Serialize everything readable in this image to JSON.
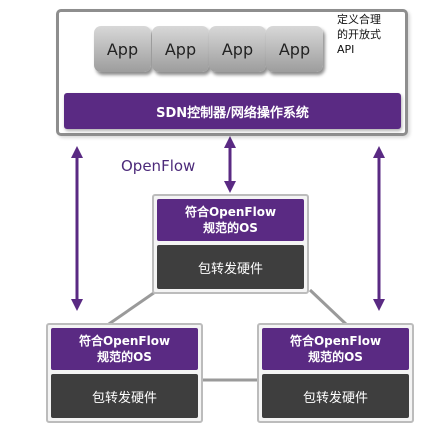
{
  "apps": [
    "App",
    "App",
    "App",
    "App"
  ],
  "api_label": "定义合理\n的开放式\nAPI",
  "controller_label": "SDN控制器/网络操作系统",
  "openflow_label": "OpenFlow",
  "switches": [
    {
      "os": "符合OpenFlow\n规范的OS",
      "hardware": "包转发硬件"
    },
    {
      "os": "符合OpenFlow\n规范的OS",
      "hardware": "包转发硬件"
    },
    {
      "os": "符合OpenFlow\n规范的OS",
      "hardware": "包转发硬件"
    }
  ],
  "colors": {
    "purple": "#5a2a83",
    "dark_gray": "#3e3e3e",
    "frame_gray": "#8e8e8e"
  }
}
